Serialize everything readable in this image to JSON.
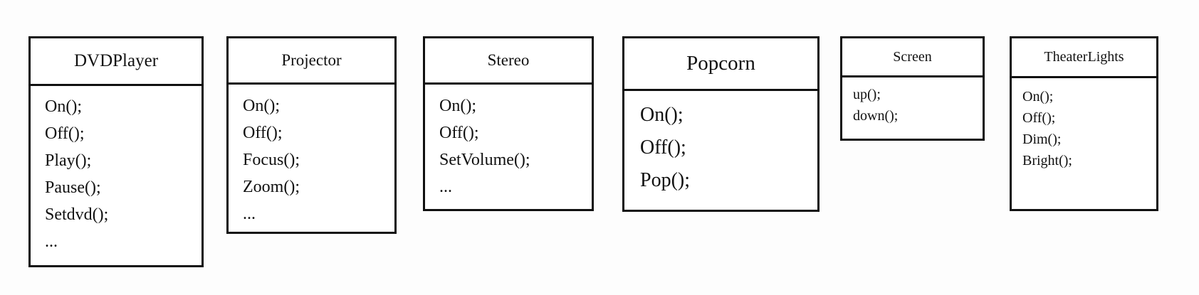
{
  "classes": [
    {
      "name": "DVDPlayer",
      "methods": [
        "On();",
        "Off();",
        "Play();",
        "Pause();",
        "Setdvd();",
        "..."
      ]
    },
    {
      "name": "Projector",
      "methods": [
        "On();",
        "Off();",
        "Focus();",
        "Zoom();",
        "..."
      ]
    },
    {
      "name": "Stereo",
      "methods": [
        "On();",
        "Off();",
        "SetVolume();",
        "..."
      ]
    },
    {
      "name": "Popcorn",
      "methods": [
        "On();",
        "Off();",
        "Pop();"
      ]
    },
    {
      "name": "Screen",
      "methods": [
        "up();",
        "down();"
      ]
    },
    {
      "name": "TheaterLights",
      "methods": [
        "On();",
        "Off();",
        "Dim();",
        "Bright();"
      ]
    }
  ]
}
